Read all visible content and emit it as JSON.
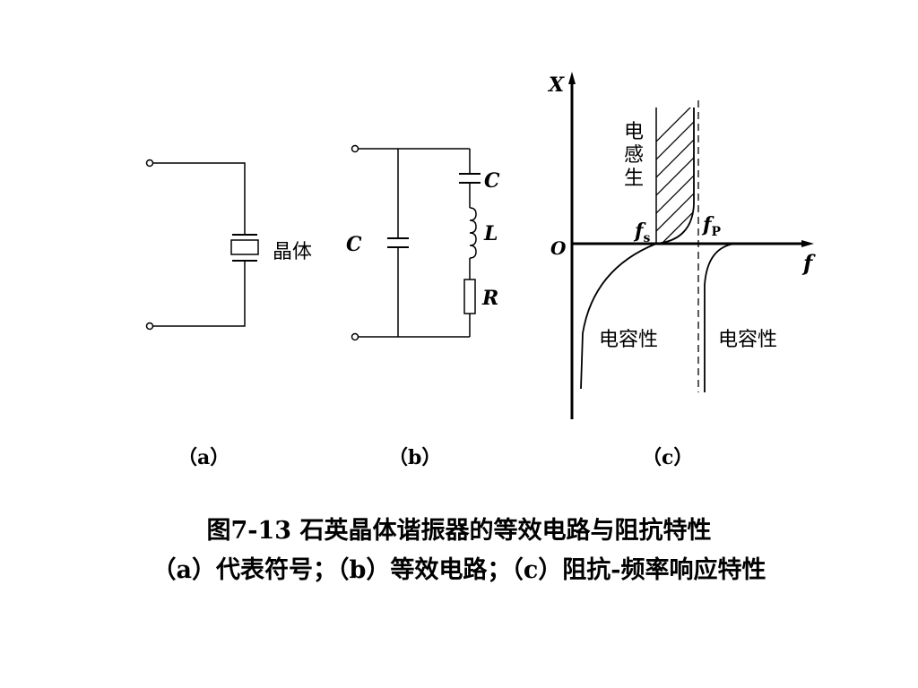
{
  "panel_a": {
    "crystal_label": "晶体",
    "tag": "（a）"
  },
  "panel_b": {
    "shunt_c_label": "C",
    "series_c_label": "C",
    "inductor_label": "L",
    "resistor_label": "R",
    "tag": "（b）"
  },
  "panel_c": {
    "y_axis_label": "X",
    "x_axis_label": "f",
    "origin_label": "O",
    "fs_main": "f",
    "fs_sub": "s",
    "fp_main": "f",
    "fp_sub": "P",
    "inductive_label_chars": [
      "电",
      "感",
      "生"
    ],
    "capacitive_label_left": "电容性",
    "capacitive_label_right": "电容性",
    "tag": "（c）"
  },
  "caption": {
    "title": "图7-13  石英晶体谐振器的等效电路与阻抗特性",
    "subtitle": "（a）代表符号；（b）等效电路；（c）阻抗-频率响应特性"
  }
}
